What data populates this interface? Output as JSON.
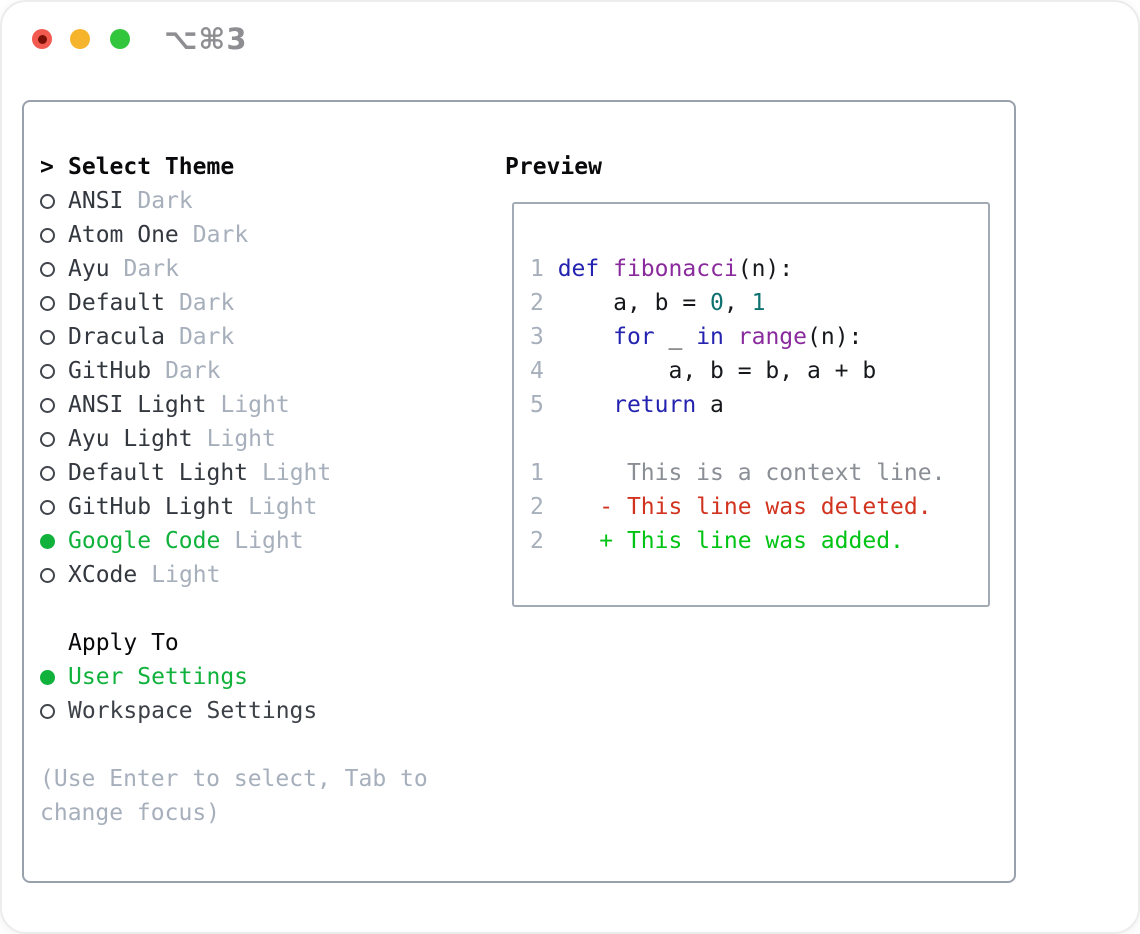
{
  "window": {
    "title": "⌥⌘3"
  },
  "theme_picker": {
    "prompt": ">",
    "title": "Select Theme",
    "items": [
      {
        "name": "ANSI",
        "variant": "Dark",
        "selected": false
      },
      {
        "name": "Atom One",
        "variant": "Dark",
        "selected": false
      },
      {
        "name": "Ayu",
        "variant": "Dark",
        "selected": false
      },
      {
        "name": "Default",
        "variant": "Dark",
        "selected": false
      },
      {
        "name": "Dracula",
        "variant": "Dark",
        "selected": false
      },
      {
        "name": "GitHub",
        "variant": "Dark",
        "selected": false
      },
      {
        "name": "ANSI Light",
        "variant": "Light",
        "selected": false
      },
      {
        "name": "Ayu Light",
        "variant": "Light",
        "selected": false
      },
      {
        "name": "Default Light",
        "variant": "Light",
        "selected": false
      },
      {
        "name": "GitHub Light",
        "variant": "Light",
        "selected": false
      },
      {
        "name": "Google Code",
        "variant": "Light",
        "selected": true
      },
      {
        "name": "XCode",
        "variant": "Light",
        "selected": false
      }
    ]
  },
  "apply_to": {
    "title": "Apply To",
    "options": [
      {
        "label": "User Settings",
        "selected": true
      },
      {
        "label": "Workspace Settings",
        "selected": false
      }
    ]
  },
  "help": {
    "line1": "(Use Enter to select, Tab to",
    "line2": "change focus)"
  },
  "preview": {
    "title": "Preview",
    "code_lines": [
      {
        "segments": [
          {
            "t": "1 ",
            "c": "lineno"
          },
          {
            "t": "def",
            "c": "kwd"
          },
          {
            "t": " ",
            "c": "plain"
          },
          {
            "t": "fibonacci",
            "c": "fn"
          },
          {
            "t": "(n):",
            "c": "plain"
          }
        ]
      },
      {
        "segments": [
          {
            "t": "2 ",
            "c": "lineno"
          },
          {
            "t": "    a, b = ",
            "c": "plain"
          },
          {
            "t": "0",
            "c": "num"
          },
          {
            "t": ", ",
            "c": "plain"
          },
          {
            "t": "1",
            "c": "num"
          }
        ]
      },
      {
        "segments": [
          {
            "t": "3 ",
            "c": "lineno"
          },
          {
            "t": "    ",
            "c": "plain"
          },
          {
            "t": "for",
            "c": "kwd"
          },
          {
            "t": " _ ",
            "c": "plain"
          },
          {
            "t": "in",
            "c": "kwd"
          },
          {
            "t": " ",
            "c": "plain"
          },
          {
            "t": "range",
            "c": "fn"
          },
          {
            "t": "(n):",
            "c": "plain"
          }
        ]
      },
      {
        "segments": [
          {
            "t": "4 ",
            "c": "lineno"
          },
          {
            "t": "        a, b = b, a + b",
            "c": "plain"
          }
        ]
      },
      {
        "segments": [
          {
            "t": "5 ",
            "c": "lineno"
          },
          {
            "t": "    ",
            "c": "plain"
          },
          {
            "t": "return",
            "c": "kwd"
          },
          {
            "t": " a",
            "c": "plain"
          }
        ]
      }
    ],
    "diff_lines": [
      {
        "segments": [
          {
            "t": "1",
            "c": "lineno"
          },
          {
            "t": "      This is a context line.",
            "c": "ctx"
          }
        ]
      },
      {
        "segments": [
          {
            "t": "2",
            "c": "lineno"
          },
          {
            "t": "    ",
            "c": "plain"
          },
          {
            "t": "- This line was deleted.",
            "c": "del"
          }
        ]
      },
      {
        "segments": [
          {
            "t": "2",
            "c": "lineno"
          },
          {
            "t": "    ",
            "c": "plain"
          },
          {
            "t": "+ This line was added.",
            "c": "add"
          }
        ]
      }
    ]
  },
  "colors": {
    "kwd": "#2323af",
    "fn": "#8a2b9d",
    "num": "#0e7070",
    "plain": "#16181b",
    "lineno": "#a6afbb",
    "ctx": "#8a8e95",
    "del": "#d2331f",
    "add": "#00c414",
    "selected_green": "#10b23c",
    "muted": "#a6afbb",
    "panel_border": "#99a1ad",
    "box_border": "#a2aab5",
    "title_gray": "#8e8e92",
    "light_red": "#f35a4f",
    "light_red_dot": "#7a0f06",
    "light_yellow": "#f6b42d",
    "light_green": "#31c63c"
  }
}
